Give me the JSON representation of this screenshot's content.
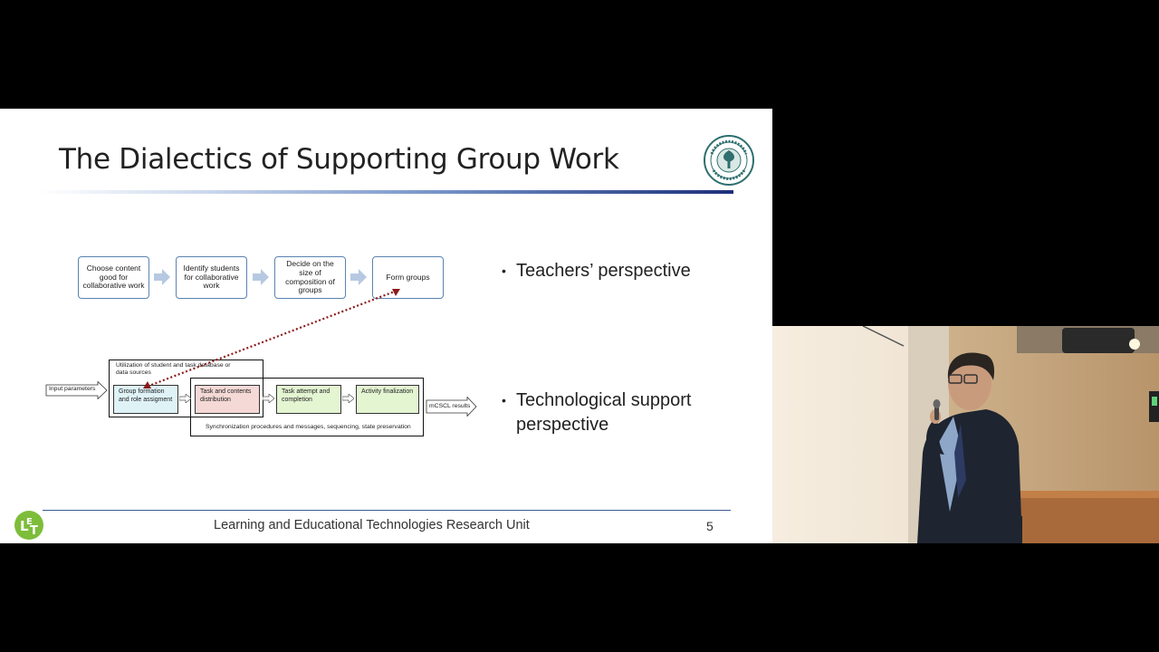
{
  "slide": {
    "title": "The Dialectics of Supporting Group Work",
    "flow_steps": [
      "Choose content good for collaborative work",
      "Identify students for collaborative work",
      "Decide on the size of composition of groups",
      "Form groups"
    ],
    "bullets": [
      "Teachers’ perspective",
      "Technological support perspective"
    ],
    "diagram": {
      "utilization_label": "Utilization of student and task database or data sources",
      "input_label": "Input parameters",
      "stages": [
        "Group formation and role assigment",
        "Task and contents distribution",
        "Task attempt and completion",
        "Activity finalization"
      ],
      "output_label": "mCSCL results",
      "sync_label": "Synchronization procedures and messages, sequencing, state preservation"
    },
    "footer": "Learning and Educational Technologies Research Unit",
    "page_number": "5",
    "colors": {
      "title_rule_dark": "#1d2f7a",
      "flow_box_border": "#5b84b1",
      "flow_arrow": "#b7c9e2",
      "stage1_fill": "#dff3f7",
      "stage2_fill": "#f5d9d6",
      "stage3_fill": "#e4f5d2",
      "stage4_fill": "#e4f5d2",
      "dotted_arrow": "#8b1a1a",
      "logo_green": "#7dbd3a"
    }
  }
}
